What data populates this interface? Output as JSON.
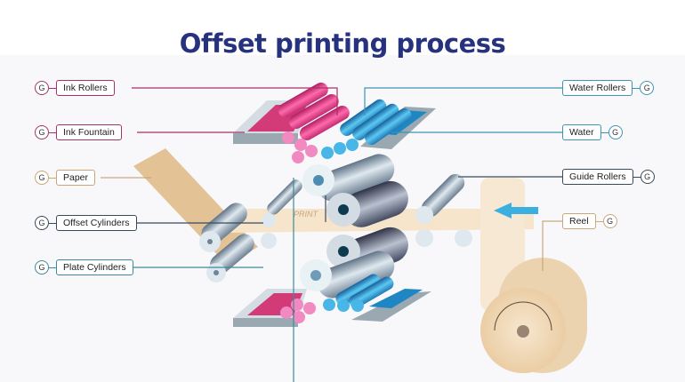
{
  "title": "Offset printing process",
  "colors": {
    "title": "#27327f",
    "ink": "#a3336b",
    "water": "#3b95b5",
    "paper": "#c8a77a",
    "cylinder": "#394a5c",
    "plate": "#3b8a9b",
    "magenta_roller": "#e23b86",
    "cyan_roller": "#2b9fd8",
    "paper_fill": "#e9c9a0"
  },
  "labels_left": [
    {
      "id": "ink-rollers",
      "badge": "G",
      "text": "Ink Rollers",
      "color": "#a3336b"
    },
    {
      "id": "ink-fountain",
      "badge": "G",
      "text": "Ink Fountain",
      "color": "#a3336b"
    },
    {
      "id": "paper",
      "badge": "G",
      "text": "Paper",
      "color": "#c8a77a"
    },
    {
      "id": "offset-cylinders",
      "badge": "G",
      "text": "Offset Cylinders",
      "color": "#394a5c"
    },
    {
      "id": "plate-cylinders",
      "badge": "G",
      "text": "Plate Cylinders",
      "color": "#3b8a9b"
    }
  ],
  "labels_right": [
    {
      "id": "water-rollers",
      "badge": "G",
      "text": "Water Rollers",
      "color": "#3b95b5"
    },
    {
      "id": "water",
      "badge": "G",
      "text": "Water",
      "color": "#3b95b5"
    },
    {
      "id": "guide-rollers",
      "badge": "G",
      "text": "Guide Rollers",
      "color": "#394a5c"
    },
    {
      "id": "reel",
      "badge": "G",
      "text": "Reel",
      "color": "#c8a77a"
    }
  ],
  "diagram_text": {
    "print_mark": "PRINT"
  }
}
